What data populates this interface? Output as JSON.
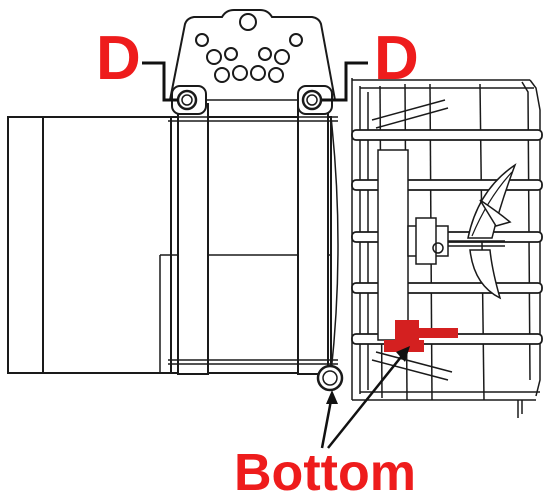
{
  "labels": {
    "left_callout": "D",
    "right_callout": "D",
    "bottom_callout": "Bottom"
  },
  "colors": {
    "callout": "#ee1c1c",
    "line": "#1a1a1a",
    "highlight": "#d42020",
    "background": "#ffffff"
  }
}
